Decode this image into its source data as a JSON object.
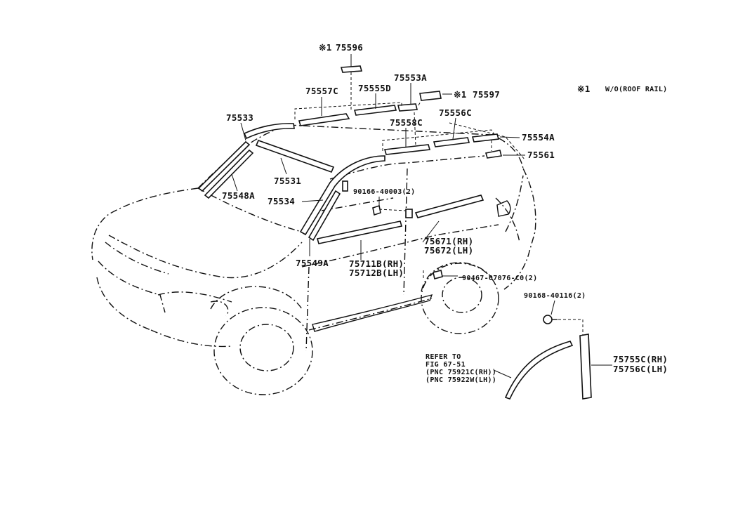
{
  "legend": {
    "mark": "※1",
    "text": "W/O(ROOF RAIL)"
  },
  "parts": {
    "p75596": "75596",
    "p75597": "75597",
    "p75557C": "75557C",
    "p75555D": "75555D",
    "p75553A": "75553A",
    "p75533": "75533",
    "p75556C": "75556C",
    "p75558C": "75558C",
    "p75554A": "75554A",
    "p75561": "75561",
    "p75531": "75531",
    "p75548A": "75548A",
    "p75534": "75534",
    "p90166_40003": "90166-40003(2)",
    "p75671": "75671(RH)",
    "p75672": "75672(LH)",
    "p75549A": "75549A",
    "p75711B": "75711B(RH)",
    "p75712B": "75712B(LH)",
    "p90467": "90467-07076-C0(2)",
    "p90168": "90168-40116(2)",
    "p75755C": "75755C(RH)",
    "p75756C": "75756C(LH)"
  },
  "refer": {
    "line1": "REFER TO",
    "line2": "FIG 67-51",
    "line3": "(PNC 75921C(RH))",
    "line4": "(PNC 75922W(LH))"
  },
  "mark1": "※1",
  "mark2": "※1"
}
